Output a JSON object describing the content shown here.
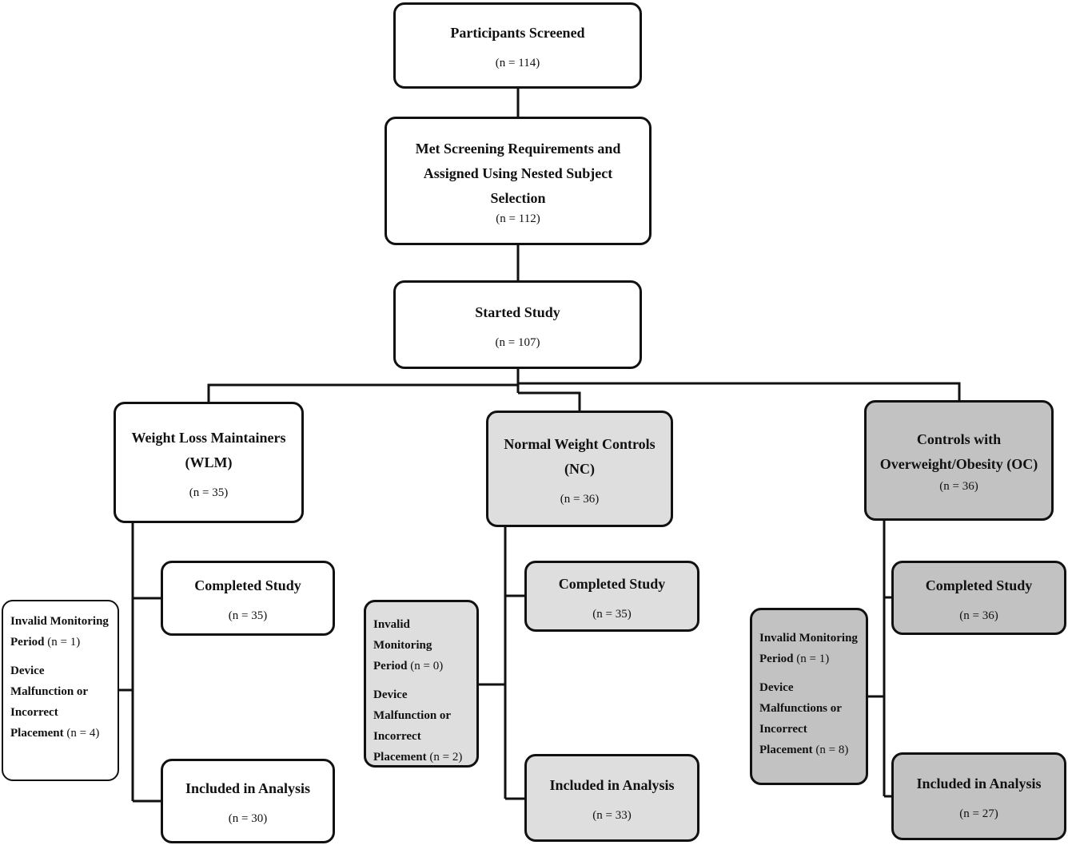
{
  "screened": {
    "title": "Participants Screened",
    "n": "(n = 114)"
  },
  "met": {
    "title": "Met Screening Requirements and Assigned Using Nested Subject Selection",
    "n": "(n = 112)"
  },
  "started": {
    "title": "Started Study",
    "n": "(n = 107)"
  },
  "groups": [
    {
      "title": "Weight Loss Maintainers (WLM)",
      "n": "(n = 35)",
      "completed": {
        "title": "Completed Study",
        "n": "(n = 35)"
      },
      "included": {
        "title": "Included in Analysis",
        "n": "(n = 30)"
      },
      "exclusions": [
        {
          "label": "Invalid Monitoring Period",
          "n": "(n = 1)"
        },
        {
          "label": "Device Malfunction or Incorrect Placement",
          "n": "(n = 4)"
        }
      ]
    },
    {
      "title": "Normal Weight Controls (NC)",
      "n": "(n = 36)",
      "completed": {
        "title": "Completed Study",
        "n": "(n = 35)"
      },
      "included": {
        "title": "Included in Analysis",
        "n": "(n = 33)"
      },
      "exclusions": [
        {
          "label": "Invalid Monitoring Period",
          "n": "(n = 0)"
        },
        {
          "label": "Device Malfunction or Incorrect Placement",
          "n": "(n = 2)"
        }
      ]
    },
    {
      "title": "Controls with Overweight/Obesity (OC)",
      "n": "(n = 36)",
      "completed": {
        "title": "Completed Study",
        "n": "(n = 36)"
      },
      "included": {
        "title": "Included in Analysis",
        "n": "(n = 27)"
      },
      "exclusions": [
        {
          "label": "Invalid Monitoring Period",
          "n": "(n = 1)"
        },
        {
          "label": "Device Malfunctions or Incorrect Placement",
          "n": "(n = 8)"
        }
      ]
    }
  ],
  "colors": {
    "wlm_fill": "#ffffff",
    "nc_fill": "#dedede",
    "oc_fill": "#c2c2c2",
    "line": "#111111"
  }
}
